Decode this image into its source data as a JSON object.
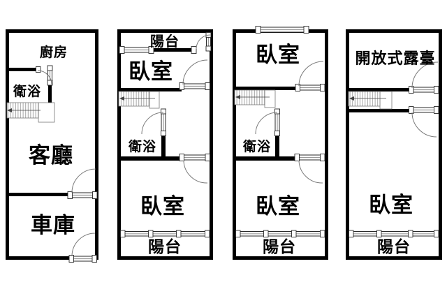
{
  "document": {
    "type": "residential-floor-plan",
    "panels": 4
  },
  "colors": {
    "background": "#ffffff",
    "wall": "#000000",
    "door_arc": "#7a7a7a",
    "stair_hatch": "#9a9a9a"
  },
  "floors": [
    {
      "rooms": {
        "kitchen": "廚房",
        "bathroom": "衛浴",
        "living_room": "客廳",
        "garage": "車庫"
      }
    },
    {
      "rooms": {
        "balcony_front": "陽台",
        "bedroom_front": "臥室",
        "bathroom": "衛浴",
        "bedroom_rear": "臥室",
        "balcony_rear": "陽台"
      }
    },
    {
      "rooms": {
        "bedroom_front": "臥室",
        "bathroom": "衛浴",
        "bedroom_rear": "臥室",
        "balcony_rear": "陽台"
      }
    },
    {
      "rooms": {
        "open_terrace": "開放式露臺",
        "bedroom": "臥室",
        "balcony": "陽台"
      }
    }
  ]
}
